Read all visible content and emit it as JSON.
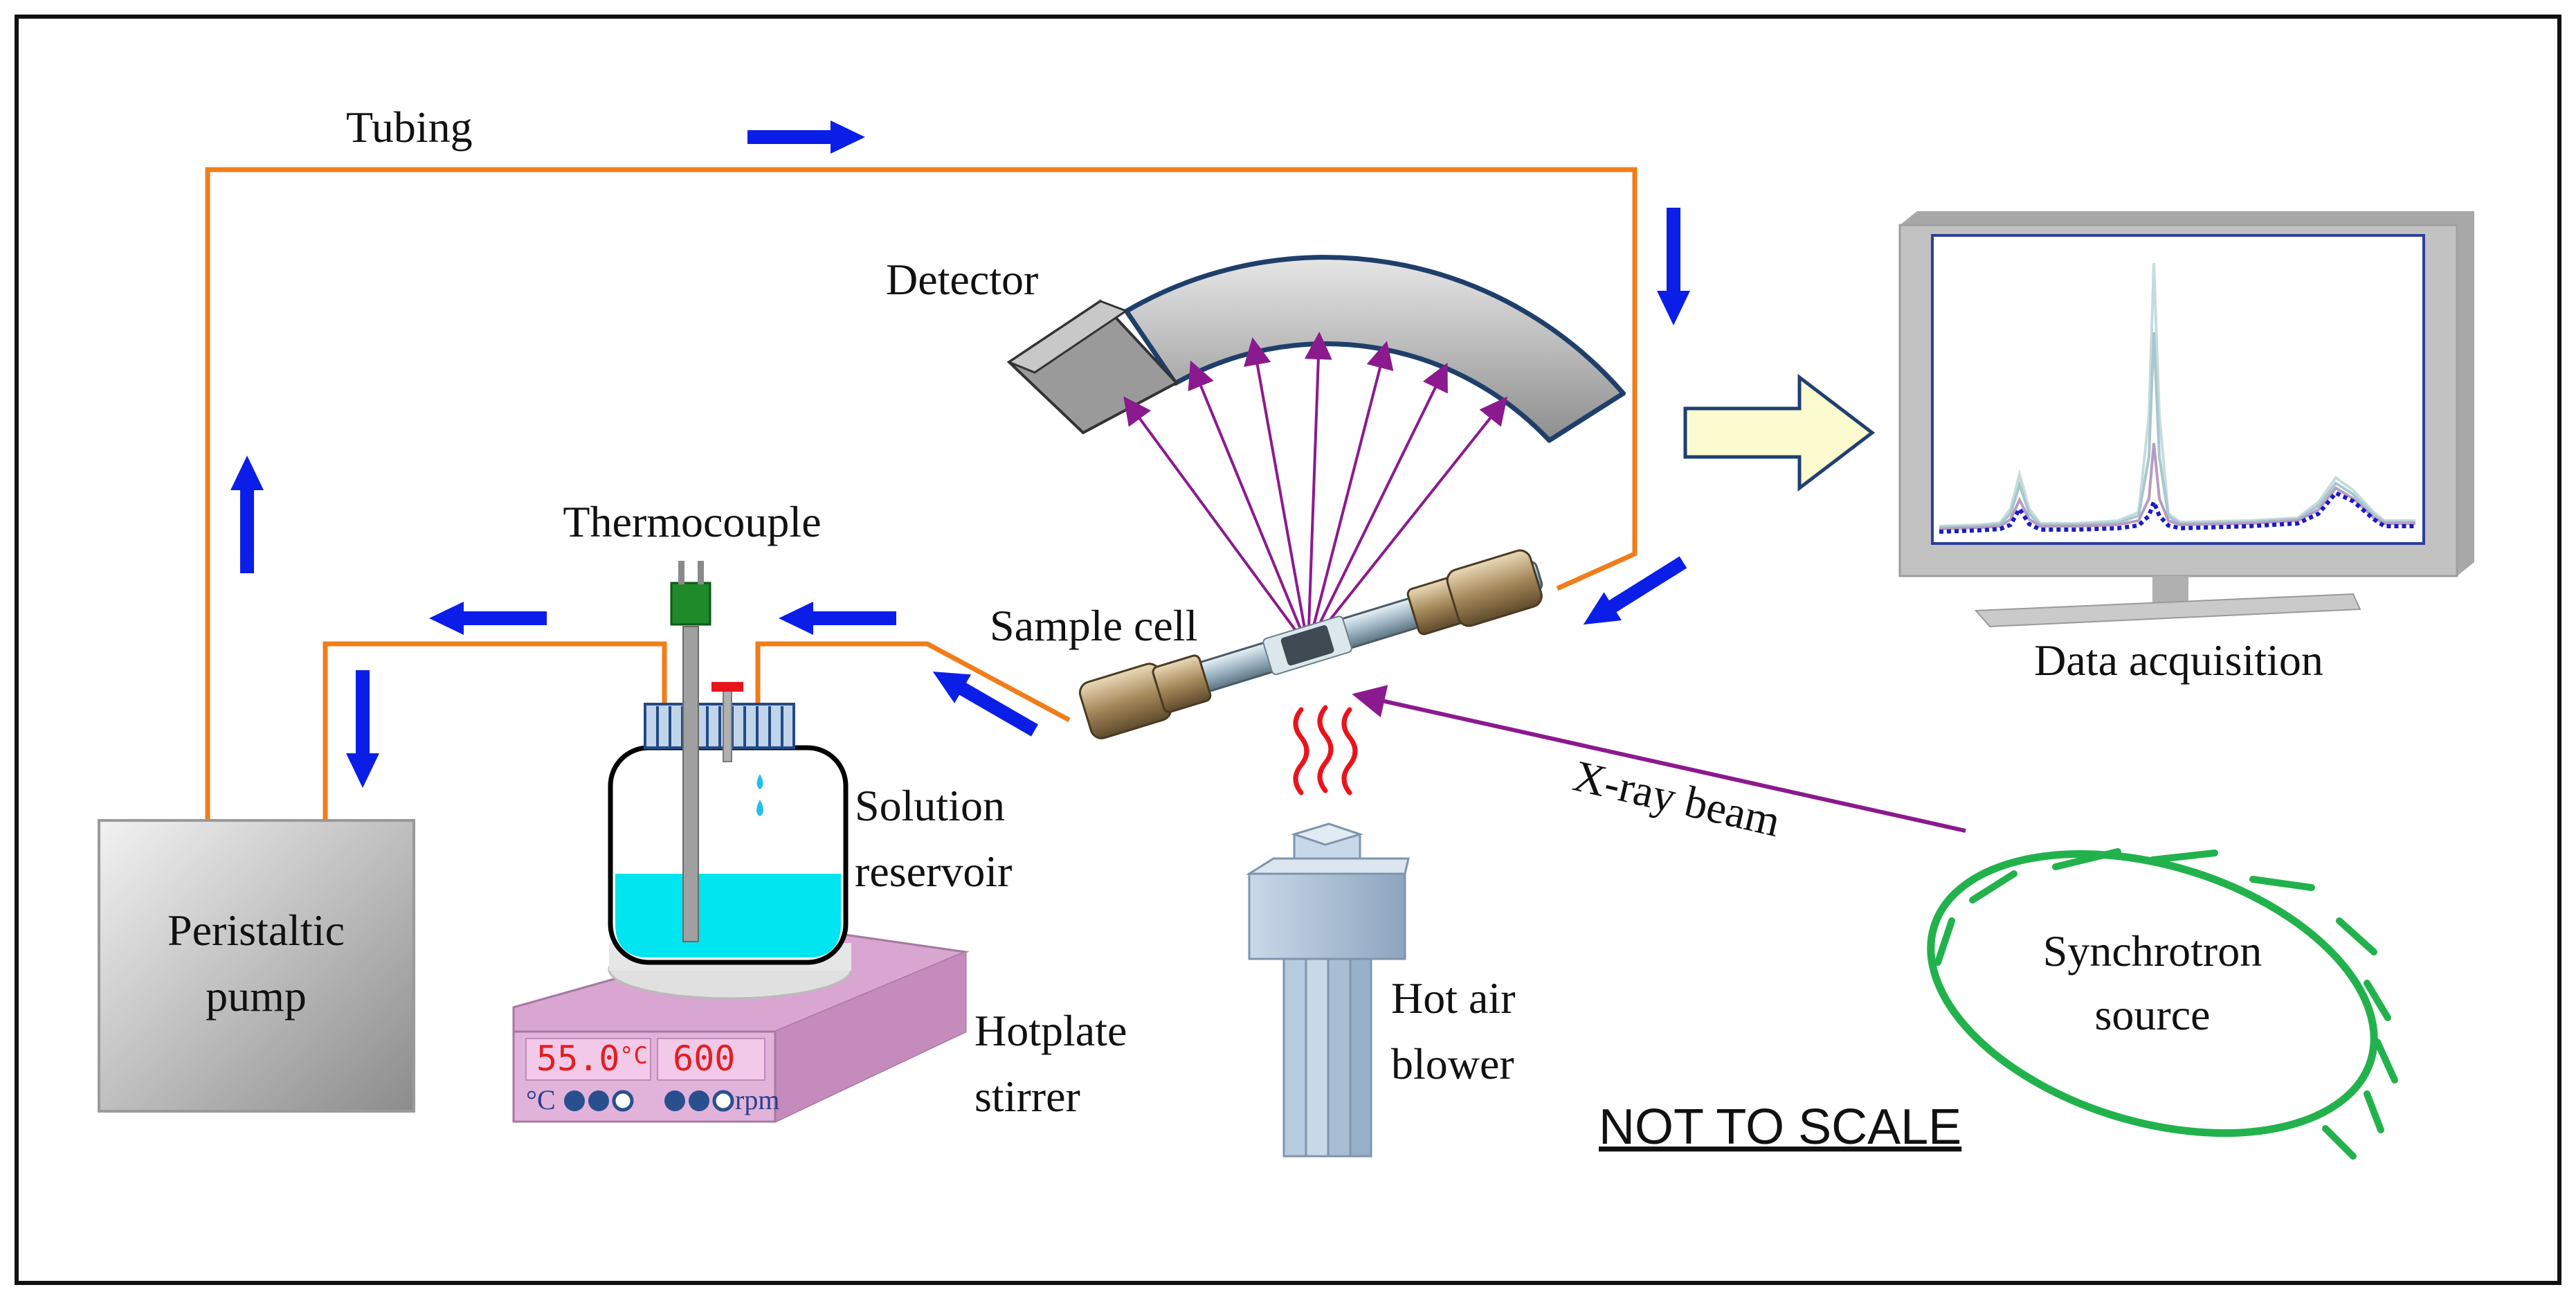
{
  "labels": {
    "tubing": "Tubing",
    "detector": "Detector",
    "data_acquisition": "Data acquisition",
    "thermocouple": "Thermocouple",
    "sample_cell": "Sample cell",
    "solution_reservoir_line1": "Solution",
    "solution_reservoir_line2": "reservoir",
    "peristaltic_pump_line1": "Peristaltic",
    "peristaltic_pump_line2": "pump",
    "hotplate_stirrer_line1": "Hotplate",
    "hotplate_stirrer_line2": "stirrer",
    "hot_air_blower_line1": "Hot air",
    "hot_air_blower_line2": "blower",
    "xray_beam": "X-ray beam",
    "synchrotron_source_line1": "Synchrotron",
    "synchrotron_source_line2": "source",
    "not_to_scale": "NOT TO SCALE"
  },
  "hotplate_display": {
    "temperature": "55.0",
    "temperature_unit": "°C",
    "speed": "600",
    "speed_unit": "rpm",
    "temp_unit_small": "°C"
  },
  "colors": {
    "tubing": "#f07d1a",
    "flow_arrow": "#0b1ee8",
    "diffraction_rays": "#8b1a8e",
    "synchrotron_ring": "#22b24c",
    "solution": "#00e5f0",
    "hotplate": "#d9a6d1",
    "heat_waves": "#e8141c",
    "blower": "#b3c6dc",
    "monitor_frame": "#c2c2c2",
    "data_arrow_fill": "#fbfbcf",
    "data_arrow_stroke": "#1f3f73"
  },
  "icons": {
    "flow_direction": "arrow-icon",
    "data_transfer": "block-arrow-icon",
    "heat": "heat-wave-icon",
    "droplet": "droplet-icon"
  }
}
